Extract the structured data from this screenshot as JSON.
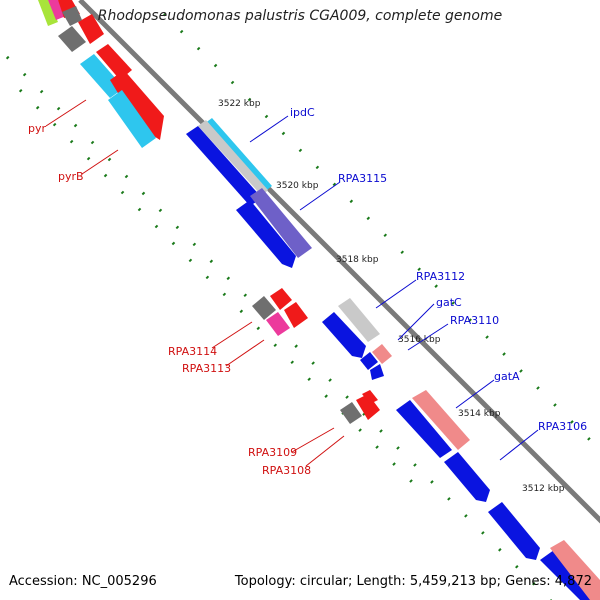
{
  "title": "Rhodopseudomonas palustris CGA009, complete genome",
  "footer": {
    "accession": "Accession: NC_005296",
    "topology": "Topology: circular; Length: 5,459,213 bp; Genes: 4,872"
  },
  "colors": {
    "forward_blue": "#0a14e0",
    "red": "#f01a1a",
    "gray": "#6f6f6f",
    "cyan": "#2ec6ee",
    "pink": "#ec3a9c",
    "salmon": "#f08a8a",
    "light_gray": "#c9c9c9",
    "purple": "#6e60c8",
    "lime": "#a8e43a",
    "backbone": "#7a7a7a",
    "tick_green": "#1a7a1a",
    "label_red": "#d01010",
    "label_blue": "#0a0ad0"
  },
  "scale_labels": [
    "3522 kbp",
    "3520 kbp",
    "3518 kbp",
    "3516 kbp",
    "3514 kbp",
    "3512 kbp"
  ],
  "gene_labels_blue": [
    "ipdC",
    "RPA3115",
    "RPA3112",
    "gatC",
    "RPA3110",
    "gatA",
    "RPA3106"
  ],
  "gene_labels_red": [
    "pyr",
    "pyrB",
    "RPA3114",
    "RPA3113",
    "RPA3109",
    "RPA3108"
  ]
}
